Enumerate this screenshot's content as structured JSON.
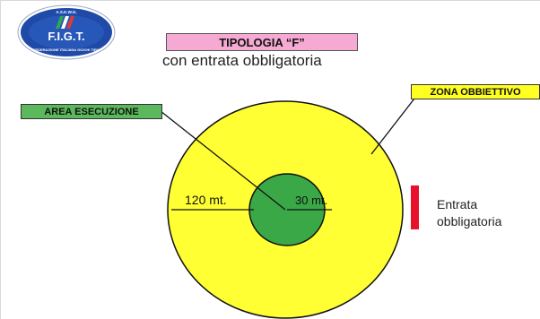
{
  "logo": {
    "top_text": "A.S.K.W.G.",
    "main_text": "F.I.G.T.",
    "ring_text": "FEDERAZIONE ITALIANA GIOCHI TIRO"
  },
  "title": "TIPOLOGIA “F”",
  "subtitle": "con entrata obbligatoria",
  "area_label": "AREA ESECUZIONE",
  "zona_label": "ZONA OBBIETTIVO",
  "outer_radius_label": "120 mt.",
  "inner_radius_label": "30 mt.",
  "entrata": {
    "line1": "Entrata",
    "line2": "obbligatoria"
  },
  "colors": {
    "outer_zone": "#ffff33",
    "inner_area": "#3aa847",
    "entrance": "#e8102a",
    "title_bg": "#f5a9d3",
    "logo_blue": "#1f4aa8"
  }
}
